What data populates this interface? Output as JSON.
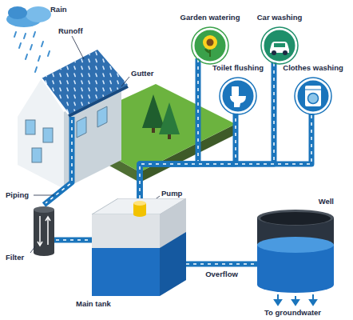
{
  "diagram": {
    "nodes": [
      {
        "text": [
          "Garden watering"
        ]
      },
      {
        "text": [
          "Car washing"
        ]
      },
      {
        "text": [
          "Toilet flushing"
        ]
      },
      {
        "text": [
          "Clothes washing"
        ]
      },
      {
        "text": [
          "Main tank"
        ]
      },
      {
        "text": [
          "Well"
        ]
      }
    ],
    "edges": [
      {
        "from": 4,
        "to": 0,
        "arrow": "none"
      },
      {
        "from": 4,
        "to": 1,
        "arrow": "none"
      },
      {
        "from": 4,
        "to": 2,
        "arrow": "none"
      },
      {
        "from": 4,
        "to": 3,
        "arrow": "none"
      },
      {
        "from": 4,
        "to": 5,
        "label": "Overflow",
        "arrow": "none"
      }
    ],
    "labels": [
      "Rain",
      "Runoff",
      "Gutter",
      "Piping",
      "Filter",
      "Pump",
      "To groundwater"
    ]
  }
}
